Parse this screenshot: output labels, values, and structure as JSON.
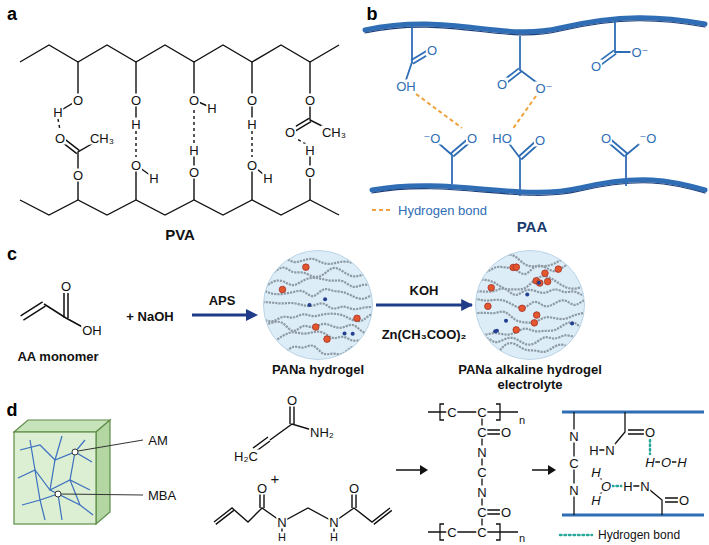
{
  "diagram": {
    "nodes": [
      {
        "text": [
          "PANa hydrogel"
        ]
      },
      {
        "text": [
          "PANa alkaline hydrogel electrolyte"
        ]
      }
    ],
    "edges": [
      {
        "from": 0,
        "to": 1,
        "arrow": "to",
        "label": "KOH"
      }
    ],
    "labels": [
      "a",
      "O",
      "H",
      "O",
      "H",
      "O",
      "H",
      "O",
      "H",
      "O",
      "O",
      "CH₃",
      "O",
      "O",
      "CH₃",
      "O",
      "H",
      "O",
      "H",
      "O",
      "H",
      "O",
      "H",
      "PVA",
      "b",
      "O",
      "OH",
      "O",
      "O⁻",
      "O",
      "O⁻",
      "⁻O",
      "O",
      "HO",
      "O",
      "O",
      "⁻O",
      "PAA",
      "c",
      "O",
      "OH",
      "AA monomer",
      "+ NaOH",
      "APS",
      "Zn(CH₃COO)₂",
      "d",
      "AM",
      "MBA",
      "O",
      "NH₂",
      "H₂C",
      "+",
      "O",
      "N",
      "H",
      "N",
      "H",
      "O",
      "C",
      "C",
      "n",
      "C",
      "O",
      "N",
      "C",
      "N",
      "C",
      "O",
      "C",
      "C",
      "n",
      "N",
      "C",
      "N",
      "O",
      "H",
      "N",
      "H",
      "O",
      "H",
      "H",
      "O",
      "H",
      "H",
      "N",
      "O"
    ],
    "legend": [
      {
        "text": "Hydrogen bond"
      },
      {
        "text": "Hydrogen bond"
      }
    ]
  }
}
